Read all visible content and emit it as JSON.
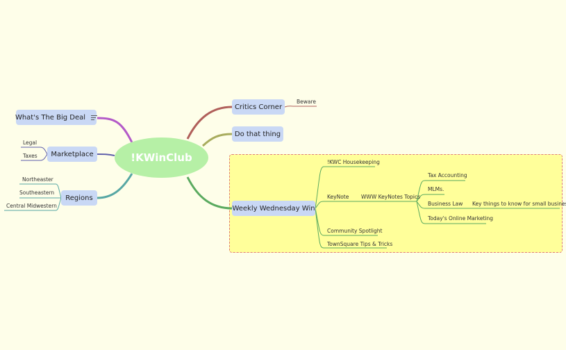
{
  "central": {
    "label": "!KWinClub"
  },
  "left": {
    "big_deal": {
      "label": "What's The Big Deal",
      "icon": "note-icon"
    },
    "marketplace": {
      "label": "Marketplace",
      "children": [
        "Legal",
        "Taxes"
      ]
    },
    "regions": {
      "label": "Regions",
      "children": [
        "Northeaster",
        "Southeastern",
        "Central Midwestern"
      ]
    }
  },
  "right": {
    "critics": {
      "label": "Critics Corner",
      "children": [
        "Beware"
      ]
    },
    "do_that": {
      "label": "Do that thing"
    },
    "weekly": {
      "label": "Weekly Wednesday Win",
      "housekeeping": "!KWC Housekeeping",
      "keynote": "KeyNote",
      "keynote_topics": "WWW KeyNotes Topics",
      "topics": [
        "Tax Accounting",
        "MLMs.",
        "Business Law",
        "Today's Online Marketing"
      ],
      "business_law_child": "Key things to know for small business",
      "community": "Community Spotlight",
      "townsquare": "TownSquare Tips & Tricks"
    }
  },
  "colors": {
    "background": "#fefee9",
    "central_fill": "#b6f0a6",
    "topic_fill": "#c9d8f5",
    "boundary_fill": "#ffff9a",
    "boundary_border": "#e07a7a",
    "branch_big_deal": "#b35ac8",
    "branch_marketplace": "#5e5eaa",
    "branch_regions": "#57a7a4",
    "branch_critics": "#b05f5a",
    "branch_do_that": "#a8ac5d",
    "branch_weekly": "#5aaa5f"
  }
}
